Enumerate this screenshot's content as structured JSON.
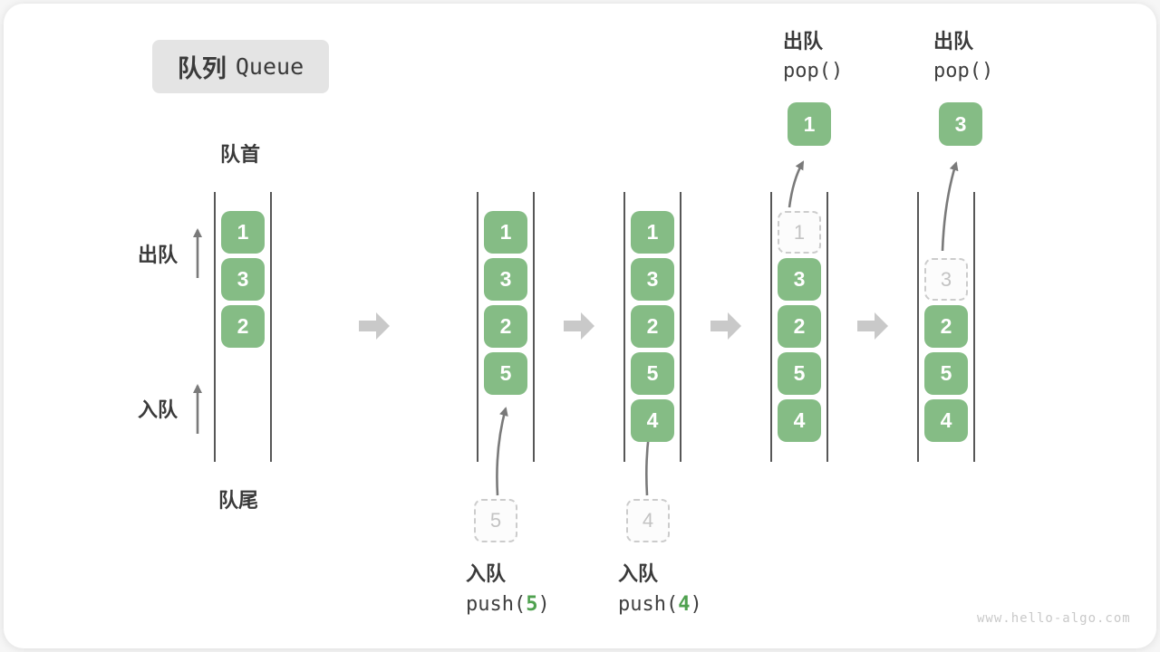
{
  "title": {
    "zh": "队列",
    "en": "Queue"
  },
  "side_labels": {
    "front": "队首",
    "rear": "队尾",
    "dequeue": "出队",
    "enqueue": "入队"
  },
  "queues": [
    {
      "slots": [
        {
          "value": "1",
          "state": "filled"
        },
        {
          "value": "3",
          "state": "filled"
        },
        {
          "value": "2",
          "state": "filled"
        }
      ]
    },
    {
      "slots": [
        {
          "value": "1",
          "state": "filled"
        },
        {
          "value": "3",
          "state": "filled"
        },
        {
          "value": "2",
          "state": "filled"
        },
        {
          "value": "5",
          "state": "filled"
        }
      ]
    },
    {
      "slots": [
        {
          "value": "1",
          "state": "filled"
        },
        {
          "value": "3",
          "state": "filled"
        },
        {
          "value": "2",
          "state": "filled"
        },
        {
          "value": "5",
          "state": "filled"
        },
        {
          "value": "4",
          "state": "filled"
        }
      ]
    },
    {
      "slots": [
        {
          "value": "1",
          "state": "ghost"
        },
        {
          "value": "3",
          "state": "filled"
        },
        {
          "value": "2",
          "state": "filled"
        },
        {
          "value": "5",
          "state": "filled"
        },
        {
          "value": "4",
          "state": "filled"
        }
      ]
    },
    {
      "slots": [
        {
          "value": "3",
          "state": "ghost"
        },
        {
          "value": "2",
          "state": "filled"
        },
        {
          "value": "5",
          "state": "filled"
        },
        {
          "value": "4",
          "state": "filled"
        }
      ]
    }
  ],
  "operations": {
    "push1": {
      "name": "入队",
      "code_pre": "push(",
      "arg": "5",
      "code_post": ")",
      "staged": "5"
    },
    "push2": {
      "name": "入队",
      "code_pre": "push(",
      "arg": "4",
      "code_post": ")",
      "staged": "4"
    },
    "pop1": {
      "name": "出队",
      "code": "pop()",
      "result": "1"
    },
    "pop2": {
      "name": "出队",
      "code": "pop()",
      "result": "3"
    }
  },
  "watermark": "www.hello-algo.com",
  "colors": {
    "cell_green": "#85bc85",
    "code_arg_green": "#4fa14f",
    "ghost_gray": "#cccccc",
    "wall_gray": "#575757",
    "step_arrow_gray": "#c9c9c9",
    "flow_arrow_gray": "#7a7a7a",
    "text_dark": "#3a3a3a",
    "chip_bg": "#e4e4e4"
  }
}
